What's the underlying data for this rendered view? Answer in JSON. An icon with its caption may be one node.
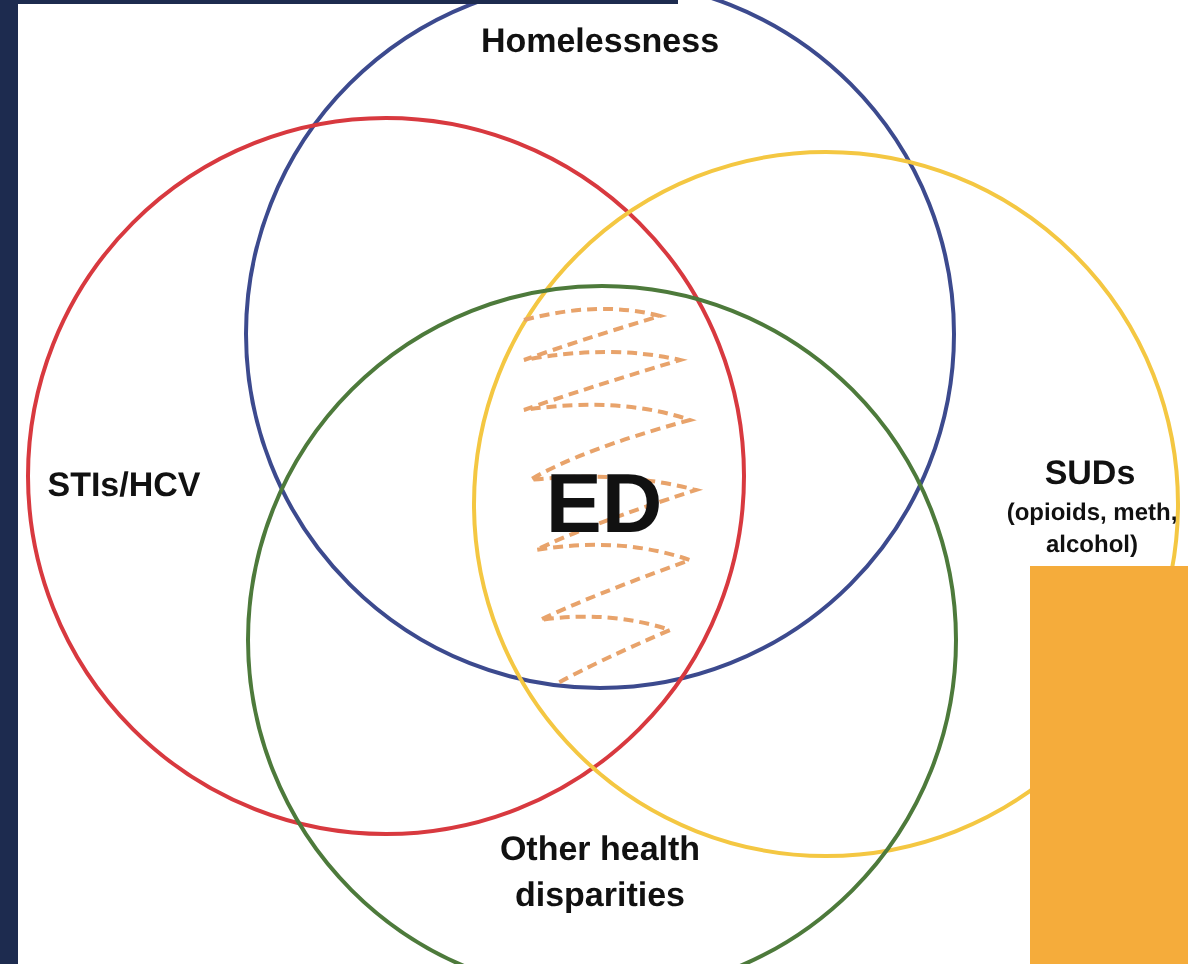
{
  "diagram": {
    "nodes": [
      {
        "text": [
          "Homelessness"
        ]
      },
      {
        "text": [
          "STIs/HCV"
        ]
      },
      {
        "text": [
          "SUDs",
          "(opioids, meth, alcohol)"
        ]
      },
      {
        "text": [
          "Other health disparities"
        ]
      }
    ],
    "labels": [
      "ED"
    ]
  }
}
